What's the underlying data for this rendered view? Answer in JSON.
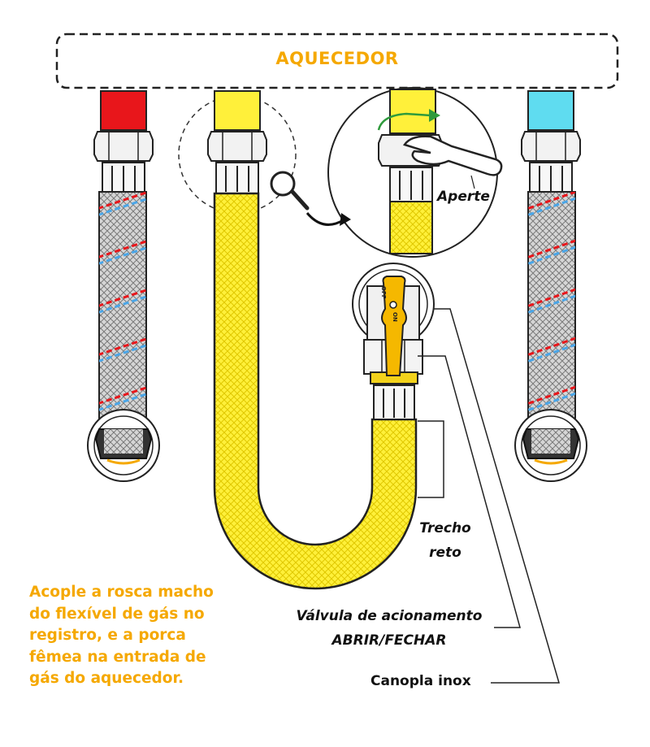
{
  "heater": {
    "label": "AQUECEDOR"
  },
  "labels": {
    "tighten": "Aperte",
    "straight_section_line1": "Trecho",
    "straight_section_line2": "reto",
    "valve_line1": "Válvula de acionamento",
    "valve_line2": "ABRIR/FECHAR",
    "escutcheon": "Canopla inox",
    "valve_off": "OFF",
    "valve_on": "ON"
  },
  "instruction": {
    "lines": [
      "Acople a rosca macho",
      "do flexível de gás no",
      "registro, e a porca",
      "fêmea na entrada de",
      "gás do aquecedor."
    ]
  },
  "colors": {
    "accent_orange": "#f5a800",
    "hot_red": "#e8161b",
    "cold_cyan": "#5fdcf0",
    "gas_yellow": "#fff03a",
    "braid_grey": "#c9c9c9"
  }
}
